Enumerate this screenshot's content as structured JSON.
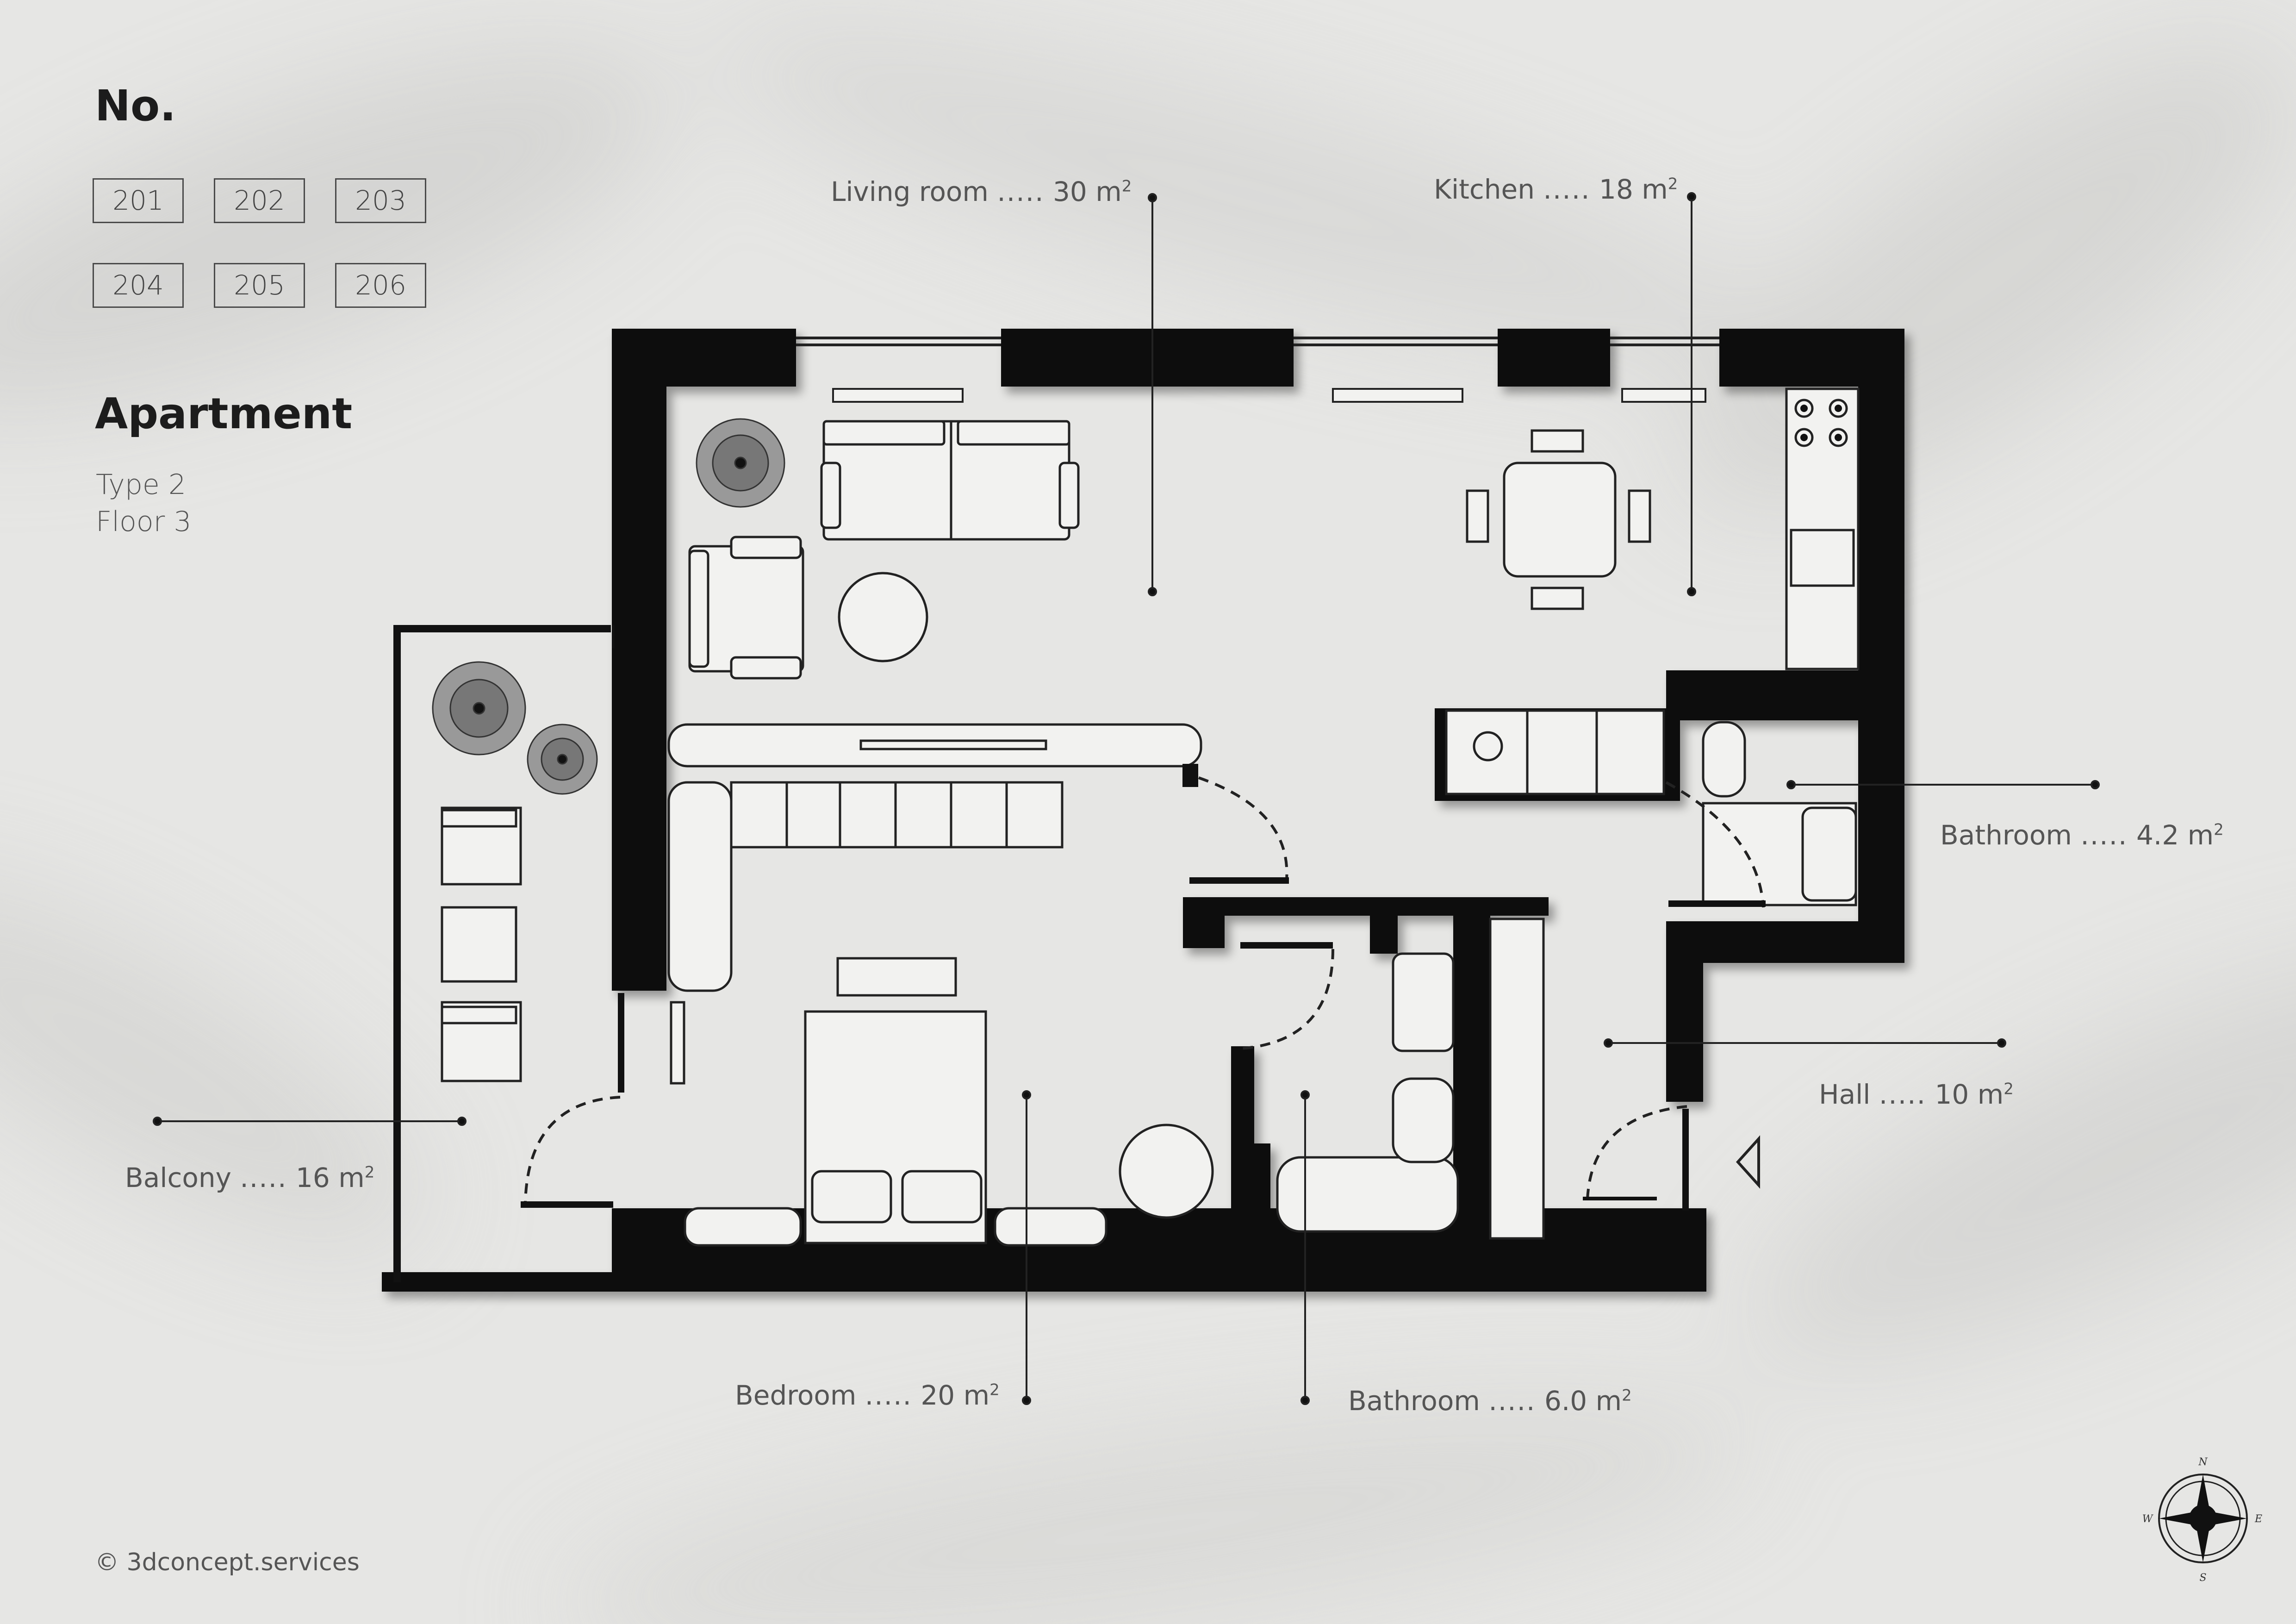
{
  "header": {
    "number_label": "No."
  },
  "units": [
    "201",
    "202",
    "203",
    "204",
    "205",
    "206"
  ],
  "apartment": {
    "title": "Apartment",
    "type": "Type 2",
    "floor": "Floor 3"
  },
  "rooms": {
    "living": {
      "name": "Living room",
      "area": "30"
    },
    "kitchen": {
      "name": "Kitchen",
      "area": "18"
    },
    "bathroom_small": {
      "name": "Bathroom",
      "area": "4.2"
    },
    "hall": {
      "name": "Hall",
      "area": "10"
    },
    "balcony": {
      "name": "Balcony",
      "area": "16"
    },
    "bedroom": {
      "name": "Bedroom",
      "area": "20"
    },
    "bathroom_large": {
      "name": "Bathroom",
      "area": "6.0"
    }
  },
  "area_separator": ".....",
  "area_unit": "m",
  "area_unit_power": "2",
  "compass": {
    "n": "N",
    "e": "E",
    "s": "S",
    "w": "W"
  },
  "footer": {
    "copyright": "© 3dconcept.services"
  },
  "colors": {
    "wall": "#111111",
    "furniture": "#f2f2f0",
    "background": "#e4e4e2",
    "text": "#555555"
  }
}
